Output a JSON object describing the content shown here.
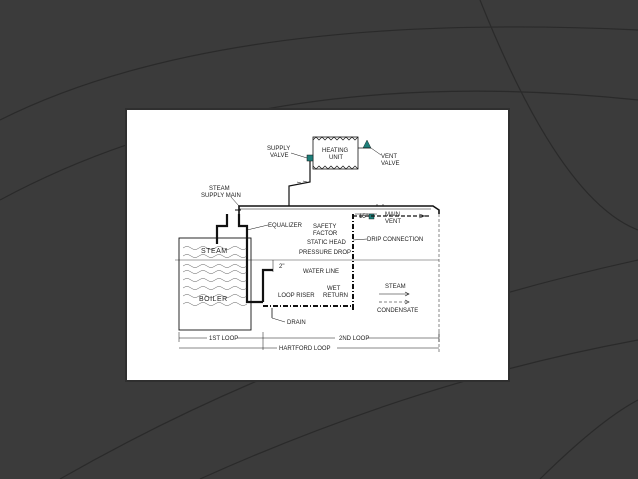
{
  "diagram": {
    "labels": {
      "heating_unit_1": "HEATING",
      "heating_unit_2": "UNIT",
      "supply_valve_1": "SUPPLY",
      "supply_valve_2": "VALVE",
      "vent_valve_1": "VENT",
      "vent_valve_2": "VALVE",
      "steam_supply_1": "STEAM",
      "steam_supply_2": "SUPPLY MAIN",
      "equalizer": "EQUALIZER",
      "safety_factor_1": "SAFETY",
      "safety_factor_2": "FACTOR",
      "static_head_1": "STATIC HEAD",
      "static_head_2": "PRESSURE DROP",
      "water_line": "WATER LINE",
      "dim_2in": "2\"",
      "dim_15in": "15\"",
      "main_vent_1": "MAIN",
      "main_vent_2": "VENT",
      "drip_connection": "DRIP CONNECTION",
      "loop_riser": "LOOP RISER",
      "wet_return_1": "WET",
      "wet_return_2": "RETURN",
      "drain": "DRAIN",
      "steam_in_boiler": "STEAM",
      "boiler": "BOILER",
      "legend_steam": "STEAM",
      "legend_condensate": "CONDENSATE",
      "first_loop": "1ST LOOP",
      "second_loop": "2ND LOOP",
      "hartford_loop": "HARTFORD LOOP"
    },
    "colors": {
      "page_bg": "#3b3b3b",
      "accent_lines": "#2b2b2b",
      "valve": "#1e7f7a",
      "line": "#111111"
    }
  }
}
